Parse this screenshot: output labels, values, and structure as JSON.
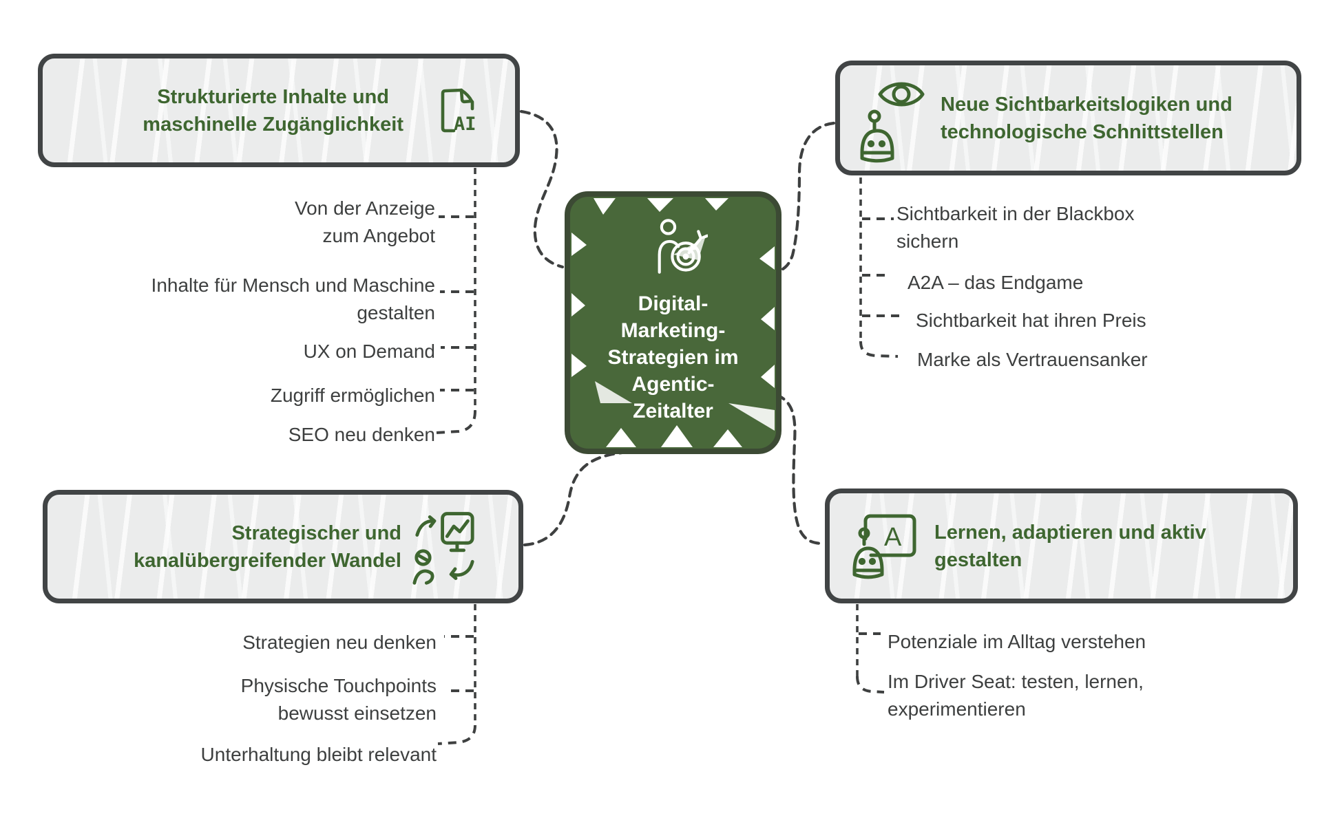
{
  "colors": {
    "accent_green": "#3e6630",
    "node_fill": "#49683a",
    "node_border": "#3c4a34",
    "box_fill": "#ebecec",
    "box_border": "#414445",
    "connector": "#3e4040",
    "item_text": "#3d3f3f",
    "node_text": "#ffffff"
  },
  "center": {
    "icon": "person-target-icon",
    "lines": [
      "Digital-",
      "Marketing-",
      "Strategien im",
      "Agentic-",
      "Zeitalter"
    ]
  },
  "branches": [
    {
      "id": "structured-content",
      "icon": "ai-document-icon",
      "title_lines": [
        "Strukturierte Inhalte und",
        "maschinelle Zugänglichkeit"
      ],
      "items": [
        [
          "Von der Anzeige",
          "zum Angebot"
        ],
        [
          "Inhalte für Mensch und Maschine",
          "gestalten"
        ],
        [
          "UX on Demand"
        ],
        [
          "Zugriff ermöglichen"
        ],
        [
          "SEO neu denken"
        ]
      ]
    },
    {
      "id": "visibility-logic",
      "icon": "robot-eye-icon",
      "title_lines": [
        "Neue Sichtbarkeitslogiken und",
        "technologische Schnittstellen"
      ],
      "items": [
        [
          "Sichtbarkeit in der Blackbox",
          "sichern"
        ],
        [
          "A2A – das Endgame"
        ],
        [
          "Sichtbarkeit hat ihren Preis"
        ],
        [
          "Marke als Vertrauensanker"
        ]
      ]
    },
    {
      "id": "strategic-change",
      "icon": "person-chart-icon",
      "title_lines": [
        "Strategischer und",
        "kanalübergreifender Wandel"
      ],
      "items": [
        [
          "Strategien neu denken"
        ],
        [
          "Physische Touchpoints",
          "bewusst einsetzen"
        ],
        [
          "Unterhaltung bleibt relevant"
        ]
      ]
    },
    {
      "id": "learn-adapt",
      "icon": "robot-board-icon",
      "title_lines": [
        "Lernen, adaptieren und aktiv",
        "gestalten"
      ],
      "items": [
        [
          "Potenziale im Alltag verstehen"
        ],
        [
          "Im Driver Seat: testen, lernen,",
          "experimentieren"
        ]
      ]
    }
  ]
}
